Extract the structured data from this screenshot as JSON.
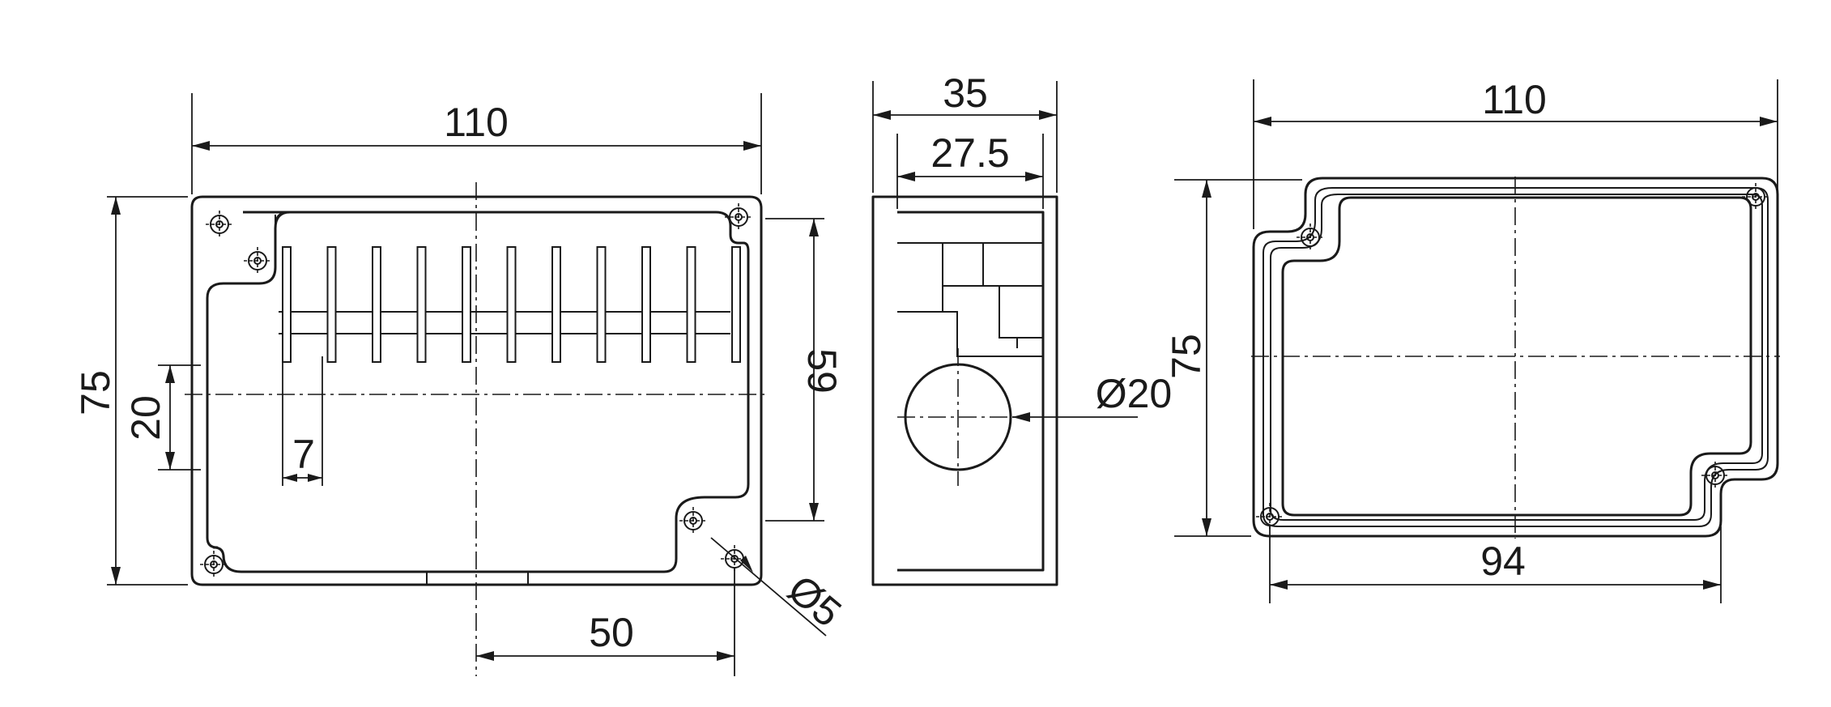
{
  "front_view": {
    "width_label": "110",
    "height_label": "75",
    "offset_label": "20",
    "pitch_label": "7",
    "inner_height_label": "59",
    "hole_spacing_label": "50",
    "hole_diameter_label": "Ø5"
  },
  "side_view": {
    "depth_label": "35",
    "inner_depth_label": "27.5",
    "knockout_label": "Ø20"
  },
  "rear_view": {
    "width_label": "110",
    "height_label": "75",
    "inner_width_label": "94"
  },
  "terminal_count": 11
}
